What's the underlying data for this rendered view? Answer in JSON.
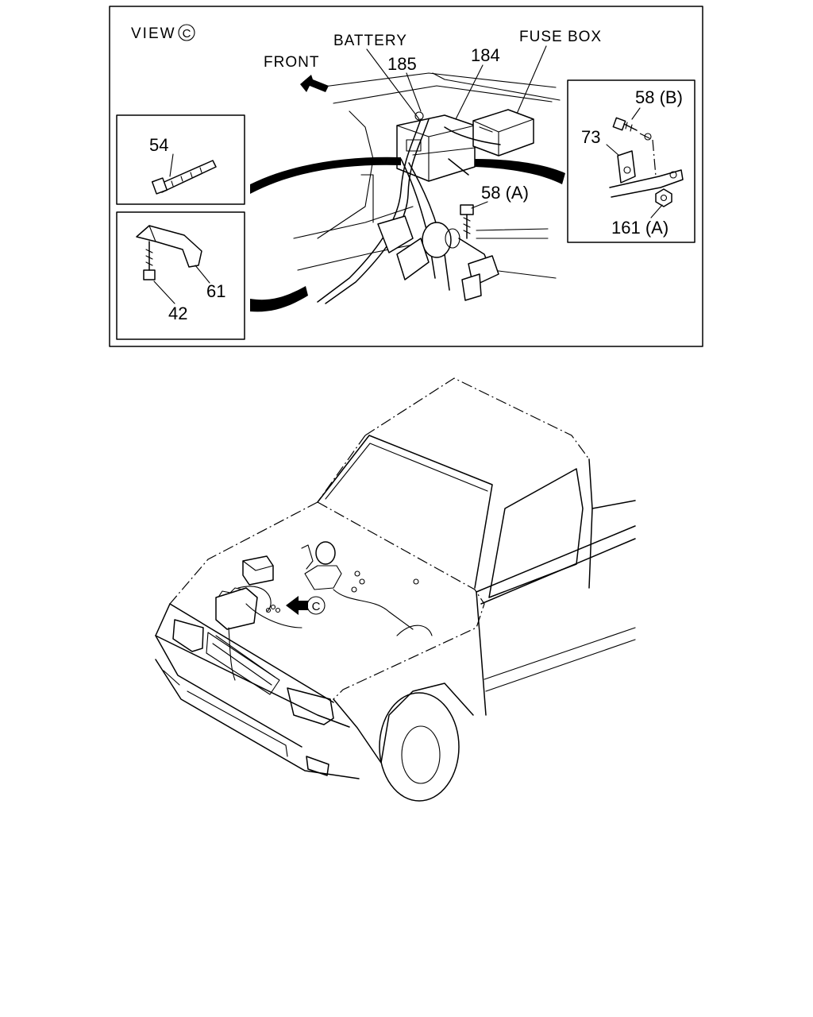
{
  "detail_view": {
    "view_label": "VIEW",
    "view_symbol": "C",
    "front_label": "FRONT",
    "battery_label": "BATTERY",
    "fuse_box_label": "FUSE BOX"
  },
  "callouts": {
    "p185": "185",
    "p184": "184",
    "p54": "54",
    "p61": "61",
    "p42": "42",
    "p58a": "58 (A)",
    "p58b": "58 (B)",
    "p73": "73",
    "p161a": "161 (A)"
  },
  "vehicle_view": {
    "view_marker": "C"
  }
}
